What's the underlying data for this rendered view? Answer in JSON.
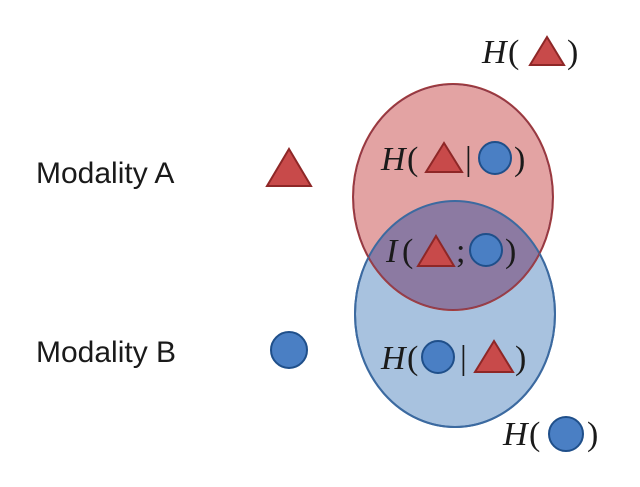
{
  "modalities": {
    "a_label": "Modality A",
    "b_label": "Modality B"
  },
  "entropy_labels": {
    "h_a": "H",
    "h_a_given_b": "H",
    "mutual_info": "I",
    "h_b_given_a": "H",
    "h_b": "H"
  },
  "separators": {
    "conditional": "|",
    "mutual": ";"
  },
  "colors": {
    "triangle_fill": "#c84a4a",
    "triangle_stroke": "#8e2727",
    "circle_fill": "#4a7fc4",
    "circle_stroke": "#1f4f8a",
    "set_a_fill": "#e3a3a3",
    "set_a_stroke": "#a33a3a",
    "set_b_fill": "#a8c2df",
    "set_b_stroke": "#3c6aa0",
    "overlap_fill": "#8c7aa2"
  },
  "icons": {
    "modality_a": "triangle-icon",
    "modality_b": "circle-icon"
  }
}
